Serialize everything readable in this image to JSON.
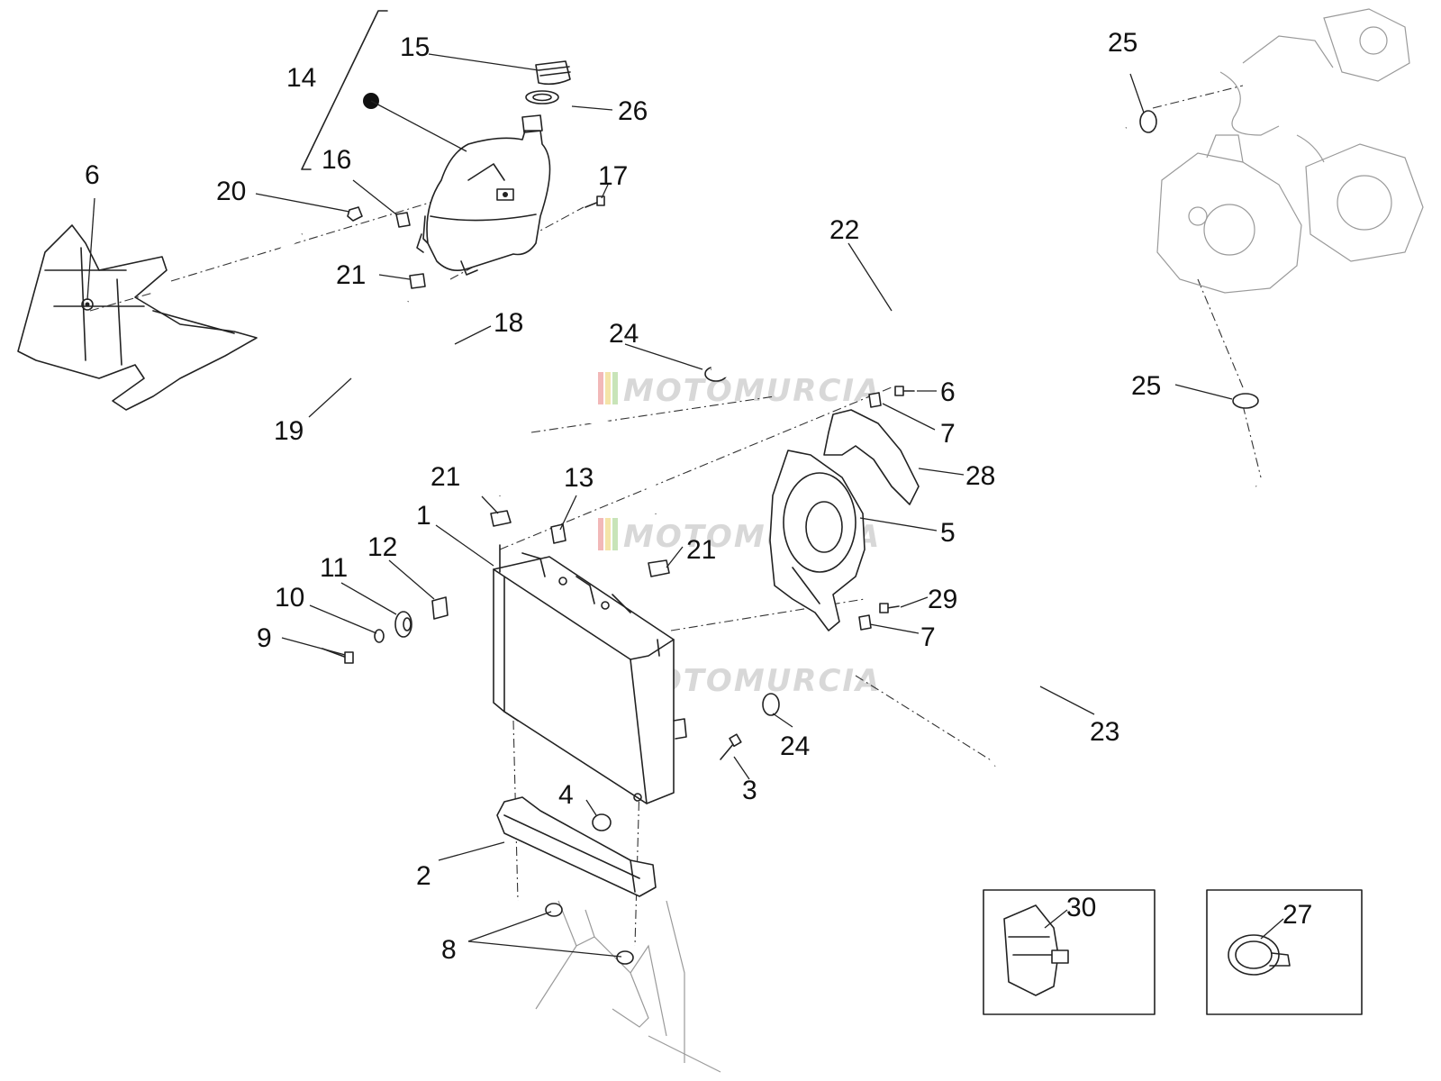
{
  "watermark": {
    "text": "MOTOMURCIA",
    "colors": [
      "#f2b8b8",
      "#f4e4a8",
      "#c8e4b8",
      "#d8d8d8"
    ]
  },
  "callouts": {
    "c1": "1",
    "c2": "2",
    "c3": "3",
    "c4": "4",
    "c5": "5",
    "c6a": "6",
    "c6b": "6",
    "c7a": "7",
    "c7b": "7",
    "c8": "8",
    "c9": "9",
    "c10": "10",
    "c11": "11",
    "c12": "12",
    "c13": "13",
    "c14": "14",
    "c15": "15",
    "c16": "16",
    "c17": "17",
    "c18": "18",
    "c19": "19",
    "c20": "20",
    "c21a": "21",
    "c21b": "21",
    "c21c": "21",
    "c22": "22",
    "c23": "23",
    "c24a": "24",
    "c24b": "24",
    "c25a": "25",
    "c25b": "25",
    "c26": "26",
    "c27": "27",
    "c28": "28",
    "c29": "29",
    "c30": "30"
  }
}
